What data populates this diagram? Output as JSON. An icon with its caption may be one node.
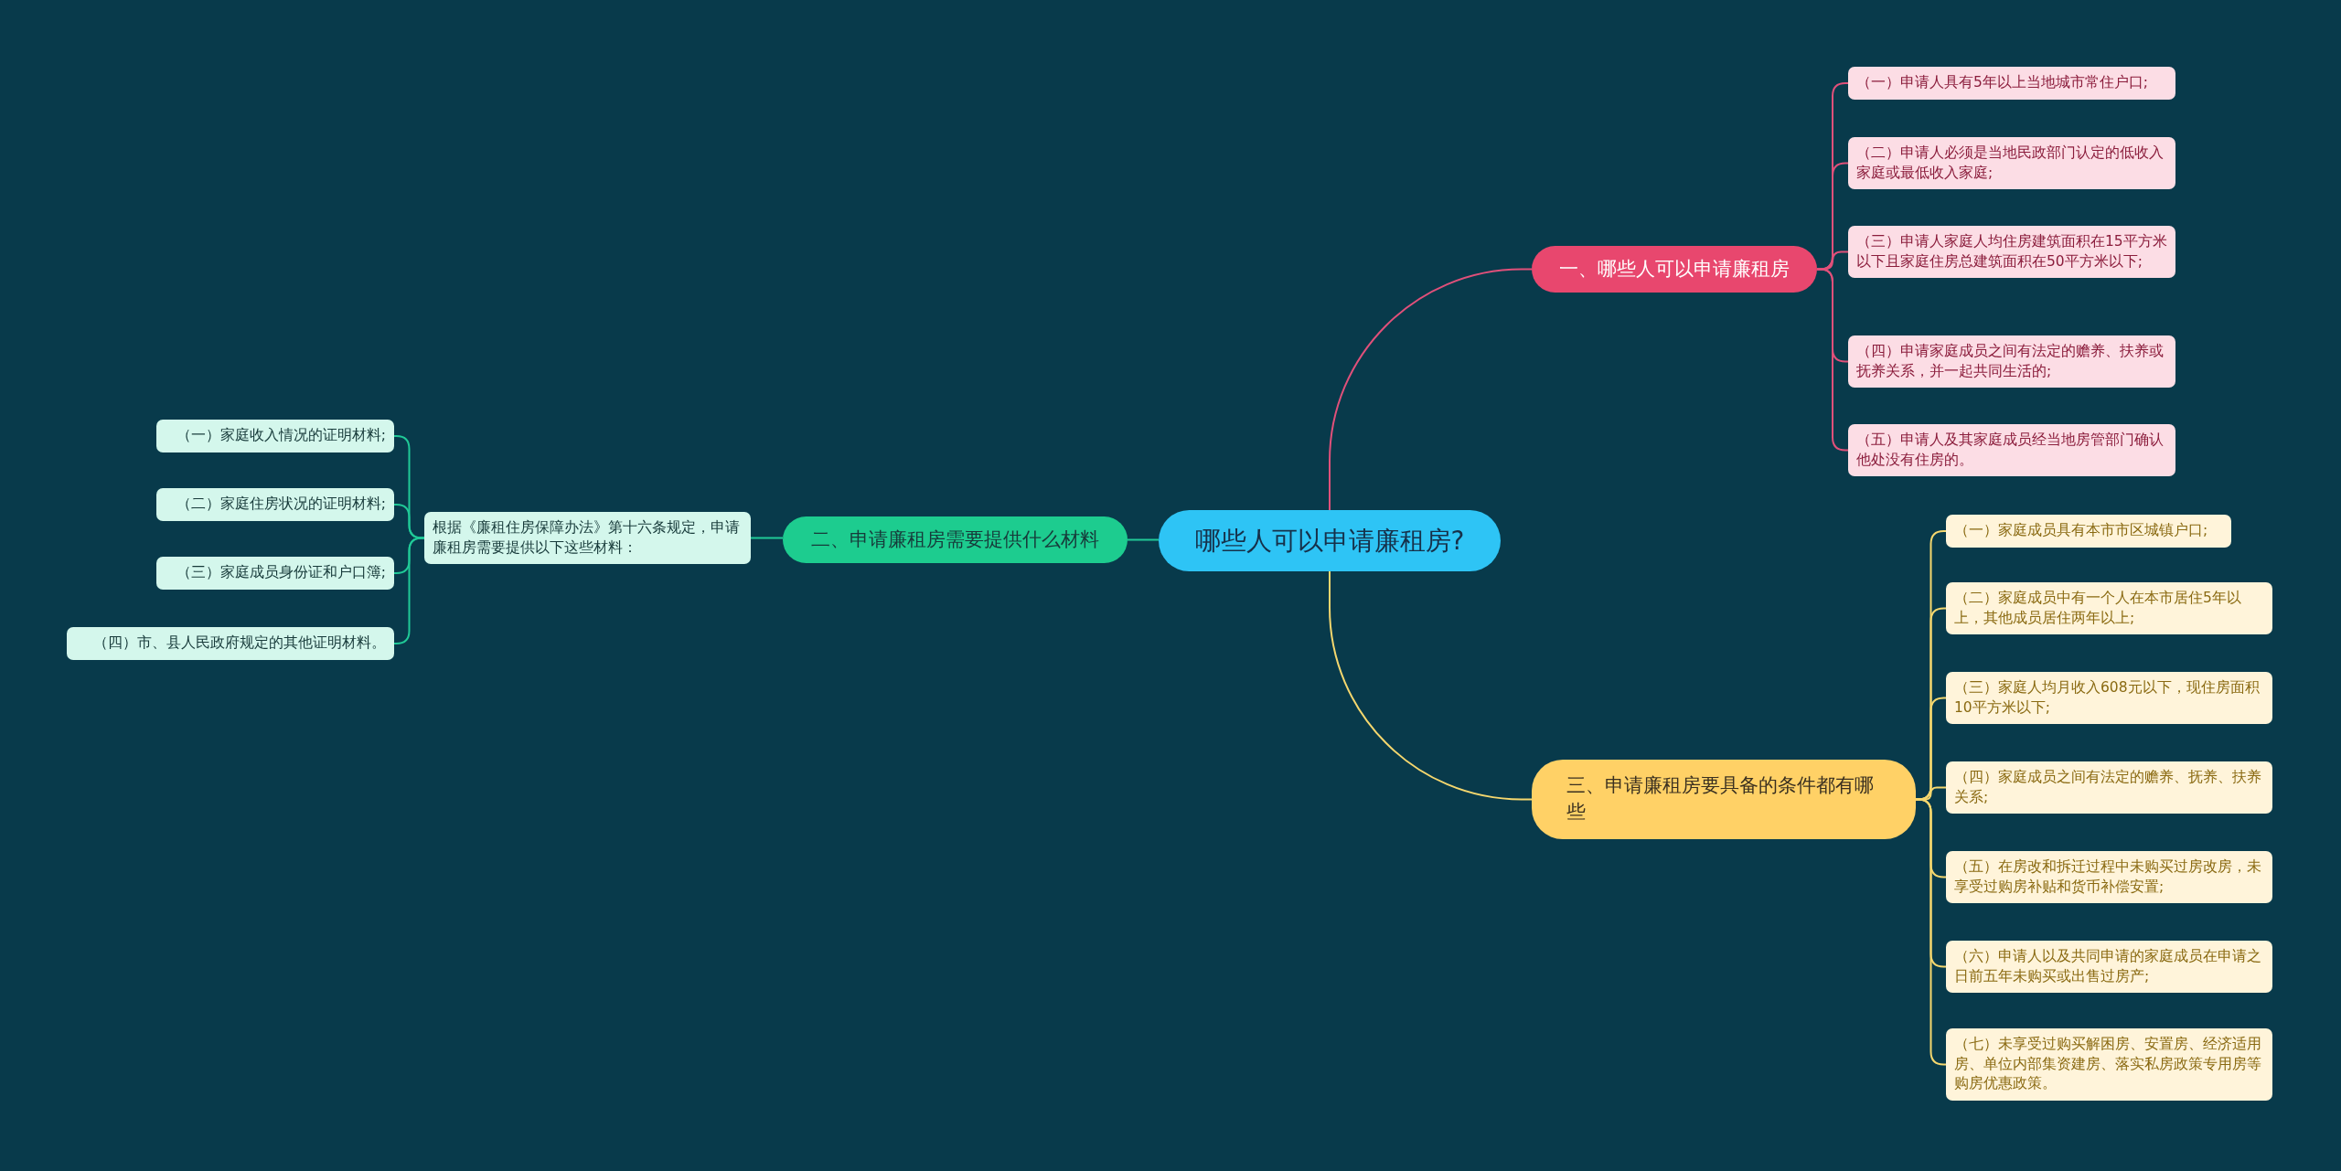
{
  "diagram": {
    "nodes": [
      {
        "text": [
          "哪些人可以申请廉租房?"
        ]
      },
      {
        "text": [
          "一、哪些人可以申请廉租房"
        ]
      },
      {
        "text": [
          "（一）申请人具有5年以上当地城市常住户口;"
        ]
      },
      {
        "text": [
          "（二）申请人必须是当地民政部门认定的低收入家庭或最低收入家庭;"
        ]
      },
      {
        "text": [
          "（三）申请人家庭人均住房建筑面积在15平方米以下且家庭住房总建筑面积在50平方米以下;"
        ]
      },
      {
        "text": [
          "（四）申请家庭成员之间有法定的赡养、扶养或抚养关系，并一起共同生活的;"
        ]
      },
      {
        "text": [
          "（五）申请人及其家庭成员经当地房管部门确认他处没有住房的。"
        ]
      },
      {
        "text": [
          "二、申请廉租房需要提供什么材料"
        ]
      },
      {
        "text": [
          "根据《廉租住房保障办法》第十六条规定，申请廉租房需要提供以下这些材料："
        ]
      },
      {
        "text": [
          "（一）家庭收入情况的证明材料;"
        ]
      },
      {
        "text": [
          "（二）家庭住房状况的证明材料;"
        ]
      },
      {
        "text": [
          "（三）家庭成员身份证和户口簿;"
        ]
      },
      {
        "text": [
          "（四）市、县人民政府规定的其他证明材料。"
        ]
      },
      {
        "text": [
          "三、申请廉租房要具备的条件都有哪些"
        ]
      },
      {
        "text": [
          "（一）家庭成员具有本市市区城镇户口;"
        ]
      },
      {
        "text": [
          "（二）家庭成员中有一个人在本市居住5年以上，其他成员居住两年以上;"
        ]
      },
      {
        "text": [
          "（三）家庭人均月收入608元以下，现住房面积10平方米以下;"
        ]
      },
      {
        "text": [
          "（四）家庭成员之间有法定的赡养、抚养、扶养关系;"
        ]
      },
      {
        "text": [
          "（五）在房改和拆迁过程中未购买过房改房，未享受过购房补贴和货币补偿安置;"
        ]
      },
      {
        "text": [
          "（六）申请人以及共同申请的家庭成员在申请之日前五年未购买或出售过房产;"
        ]
      },
      {
        "text": [
          "（七）未享受过购买解困房、安置房、经济适用房、单位内部集资建房、落实私房政策专用房等购房优惠政策。"
        ]
      }
    ],
    "edges": [
      {
        "from": 0,
        "to": 1,
        "arrow": "none",
        "color": "#e0507a"
      },
      {
        "from": 1,
        "to": 2,
        "arrow": "none",
        "color": "#e0507a"
      },
      {
        "from": 1,
        "to": 3,
        "arrow": "none",
        "color": "#e0507a"
      },
      {
        "from": 1,
        "to": 4,
        "arrow": "none",
        "color": "#e0507a"
      },
      {
        "from": 1,
        "to": 5,
        "arrow": "none",
        "color": "#e0507a"
      },
      {
        "from": 1,
        "to": 6,
        "arrow": "none",
        "color": "#e0507a"
      },
      {
        "from": 0,
        "to": 7,
        "arrow": "none",
        "color": "#20c997"
      },
      {
        "from": 7,
        "to": 8,
        "arrow": "none",
        "color": "#20c997"
      },
      {
        "from": 8,
        "to": 9,
        "arrow": "none",
        "color": "#20c997"
      },
      {
        "from": 8,
        "to": 10,
        "arrow": "none",
        "color": "#20c997"
      },
      {
        "from": 8,
        "to": 11,
        "arrow": "none",
        "color": "#20c997"
      },
      {
        "from": 8,
        "to": 12,
        "arrow": "none",
        "color": "#20c997"
      },
      {
        "from": 0,
        "to": 13,
        "arrow": "none",
        "color": "#f5d76e"
      },
      {
        "from": 13,
        "to": 14,
        "arrow": "none",
        "color": "#f5d76e"
      },
      {
        "from": 13,
        "to": 15,
        "arrow": "none",
        "color": "#f5d76e"
      },
      {
        "from": 13,
        "to": 16,
        "arrow": "none",
        "color": "#f5d76e"
      },
      {
        "from": 13,
        "to": 17,
        "arrow": "none",
        "color": "#f5d76e"
      },
      {
        "from": 13,
        "to": 18,
        "arrow": "none",
        "color": "#f5d76e"
      },
      {
        "from": 13,
        "to": 19,
        "arrow": "none",
        "color": "#f5d76e"
      },
      {
        "from": 13,
        "to": 20,
        "arrow": "none",
        "color": "#f5d76e"
      }
    ]
  }
}
